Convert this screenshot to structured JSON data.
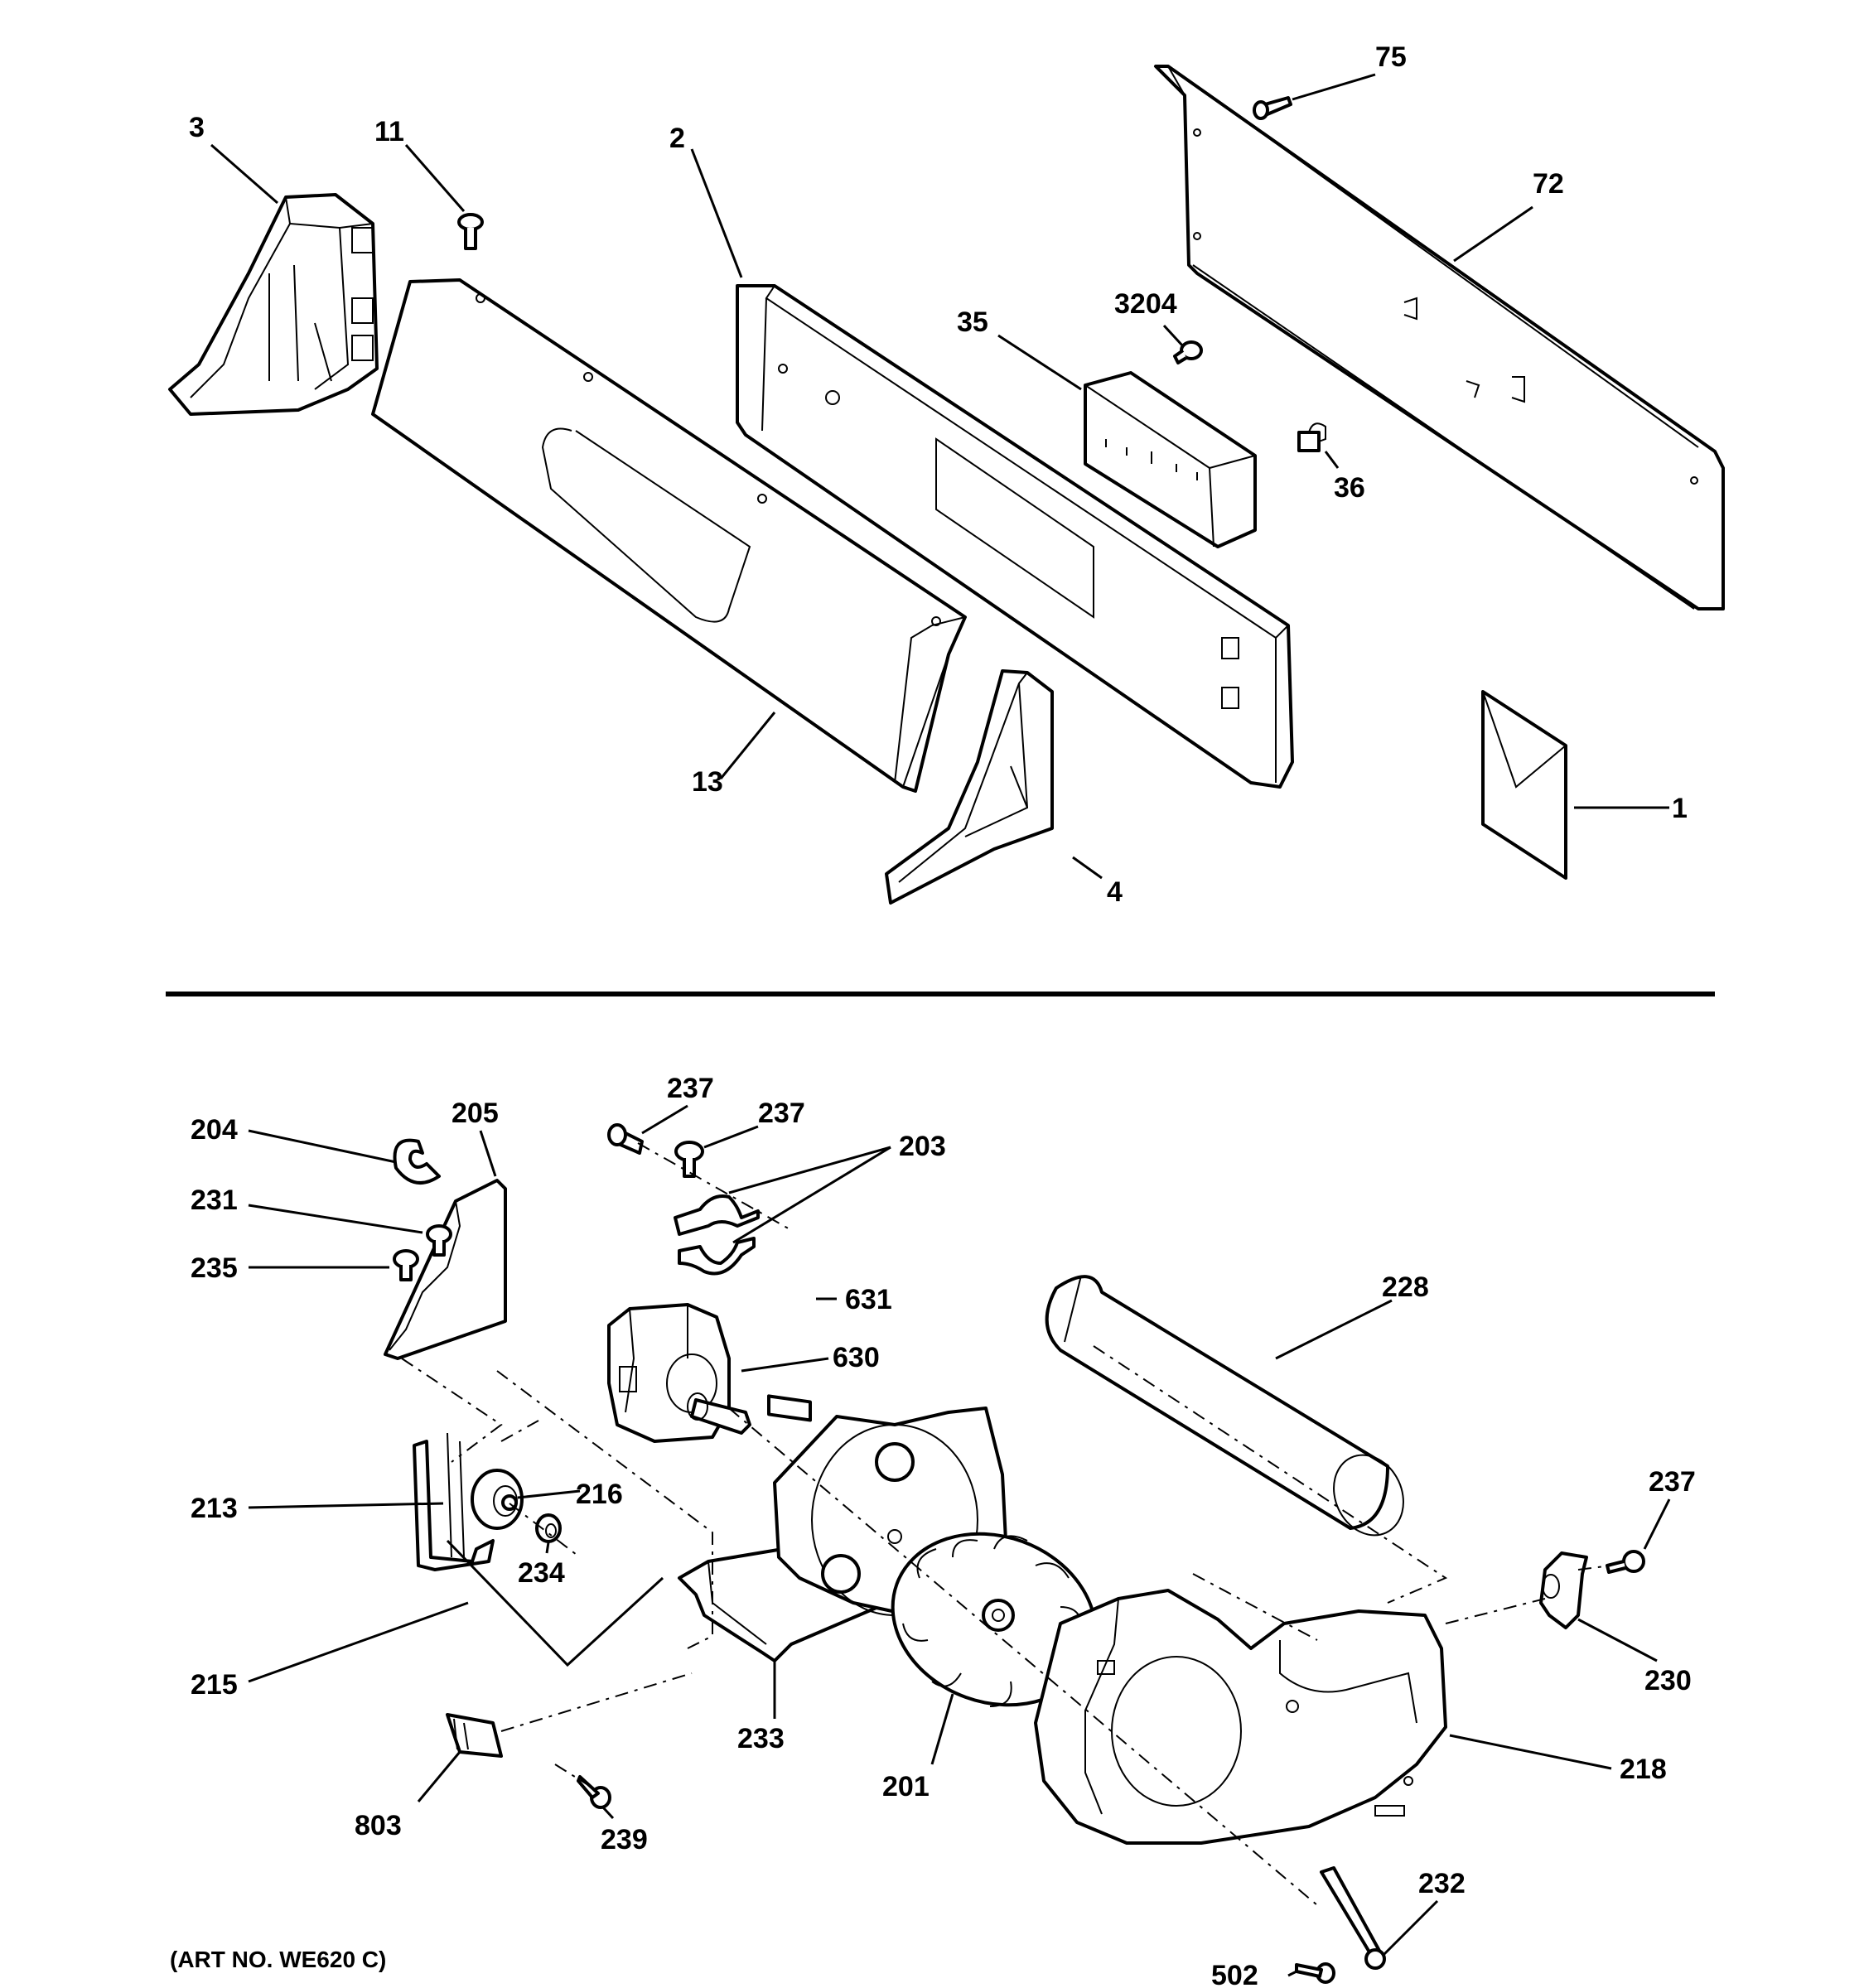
{
  "art_number": "(ART NO. WE620 C)",
  "callouts": {
    "c75": "75",
    "c3": "3",
    "c11": "11",
    "c2": "2",
    "c72": "72",
    "c3204": "3204",
    "c35": "35",
    "c36": "36",
    "c13": "13",
    "c1": "1",
    "c4": "4",
    "c237a": "237",
    "c205": "205",
    "c237b": "237",
    "c204": "204",
    "c203": "203",
    "c231": "231",
    "c235": "235",
    "c631": "631",
    "c228": "228",
    "c630": "630",
    "c237c": "237",
    "c216": "216",
    "c213": "213",
    "c234": "234",
    "c230": "230",
    "c215": "215",
    "c233": "233",
    "c218": "218",
    "c201": "201",
    "c803": "803",
    "c239": "239",
    "c232": "232",
    "c502": "502"
  }
}
